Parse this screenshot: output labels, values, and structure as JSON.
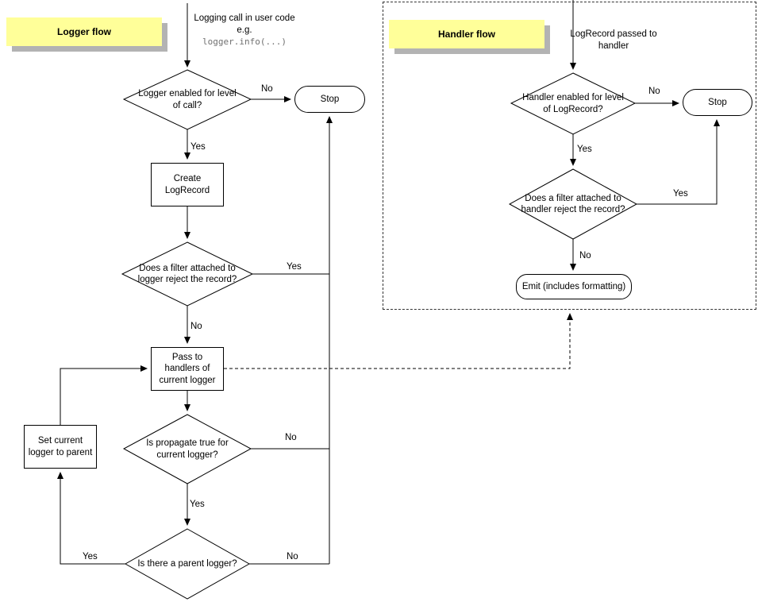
{
  "labels": {
    "yes": "Yes",
    "no": "No"
  },
  "logger": {
    "title": "Logger flow",
    "start_line1": "Logging call in user code",
    "start_line2": "e.g.",
    "start_code": "logger.info(...)",
    "decision_enabled": "Logger enabled for level of call?",
    "stop": "Stop",
    "create_record": "Create LogRecord",
    "decision_filter": "Does a filter attached to logger reject the record?",
    "pass_handlers": "Pass to handlers of current logger",
    "decision_propagate": "Is propagate true for current logger?",
    "decision_parent": "Is there a parent logger?",
    "set_parent": "Set current logger to parent"
  },
  "handler": {
    "title": "Handler flow",
    "start_text": "LogRecord passed to handler",
    "decision_enabled": "Handler enabled for level of LogRecord?",
    "stop": "Stop",
    "decision_filter": "Does a filter attached to handler reject the record?",
    "emit": "Emit (includes formatting)"
  }
}
